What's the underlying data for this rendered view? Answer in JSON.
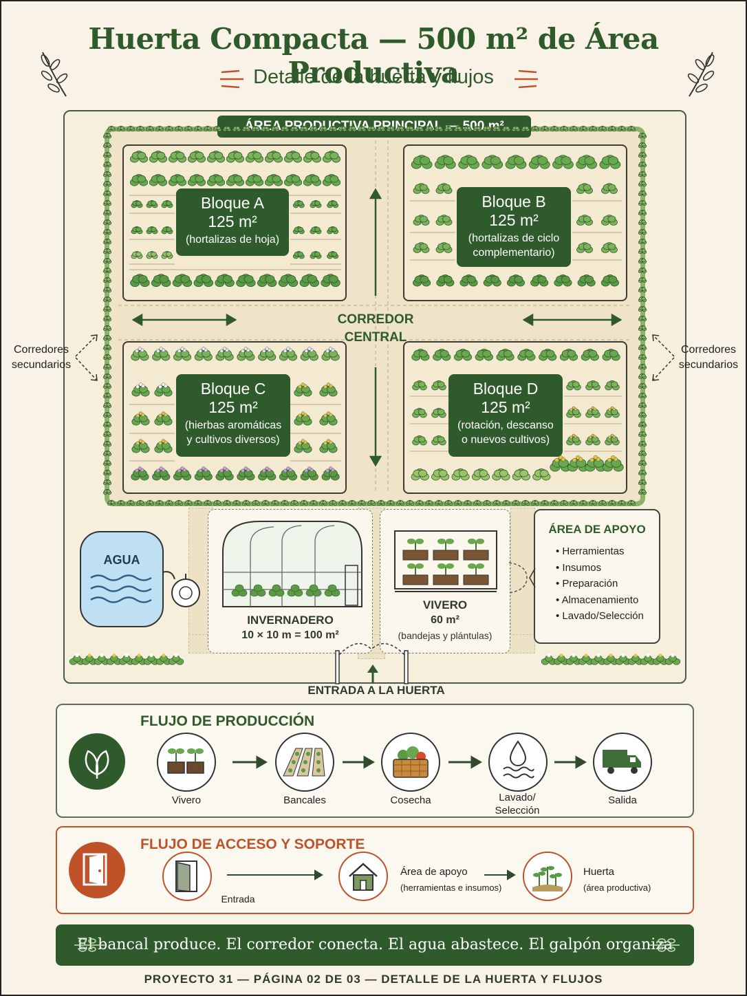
{
  "header": {
    "title": "Huerta Compacta — 500 m² de Área Productiva",
    "subtitle": "Detalle de la huerta y flujos"
  },
  "main_area": {
    "label": "ÁREA PRODUCTIVA PRINCIPAL — 500 m²",
    "corridor": [
      "CORREDOR",
      "CENTRAL"
    ],
    "side_left": [
      "Corredores",
      "secundarios"
    ],
    "side_right": [
      "Corredores",
      "secundarios"
    ],
    "blocks": [
      {
        "name": "Bloque A",
        "area": "125 m²",
        "desc": [
          "(hortalizas de hoja)"
        ]
      },
      {
        "name": "Bloque B",
        "area": "125 m²",
        "desc": [
          "(hortalizas de ciclo",
          "complementario)"
        ]
      },
      {
        "name": "Bloque C",
        "area": "125 m²",
        "desc": [
          "(hierbas aromáticas",
          "y cultivos diversos)"
        ]
      },
      {
        "name": "Bloque D",
        "area": "125 m²",
        "desc": [
          "(rotación, descanso",
          "o nuevos cultivos)"
        ]
      }
    ]
  },
  "facilities": {
    "water": "AGUA",
    "greenhouse": {
      "name": "INVERNADERO",
      "size": "10 × 10 m = 100 m²"
    },
    "nursery": {
      "name": "VIVERO",
      "size": "60 m²",
      "desc": "(bandejas y plántulas)"
    },
    "support": {
      "title": "ÁREA DE APOYO",
      "items": [
        "Herramientas",
        "Insumos",
        "Preparación",
        "Almacenamiento",
        "Lavado/Selección"
      ]
    },
    "entrance": "ENTRADA A LA HUERTA"
  },
  "production_flow": {
    "title": "FLUJO DE PRODUCCIÓN",
    "steps": [
      {
        "label": "Vivero",
        "icon": "seedling-tray-icon"
      },
      {
        "label": "Bancales",
        "icon": "garden-beds-icon"
      },
      {
        "label": "Cosecha",
        "icon": "harvest-basket-icon"
      },
      {
        "label": "Lavado/\nSelección",
        "icon": "water-drop-icon"
      },
      {
        "label": "Salida",
        "icon": "truck-icon"
      }
    ]
  },
  "access_flow": {
    "title": "FLUJO DE ACCESO Y SOPORTE",
    "steps": [
      {
        "label": "Entrada",
        "icon": "door-icon"
      },
      {
        "label": "Área de apoyo",
        "sub": "(herramientas e insumos)",
        "icon": "shed-icon"
      },
      {
        "label": "Huerta",
        "sub": "(área productiva)",
        "icon": "garden-icon"
      }
    ]
  },
  "banner": "El bancal produce. El corredor conecta. El agua abastece. El galpón organiza",
  "footer": "PROYECTO 31 — PÁGINA 02 DE 03 — DETALLE DE LA HUERTA Y FLUJOS",
  "colors": {
    "primary": "#2f5a2c",
    "accent": "#c0522a",
    "hedge": "#8fb26a",
    "water": "#bfe0f2"
  }
}
